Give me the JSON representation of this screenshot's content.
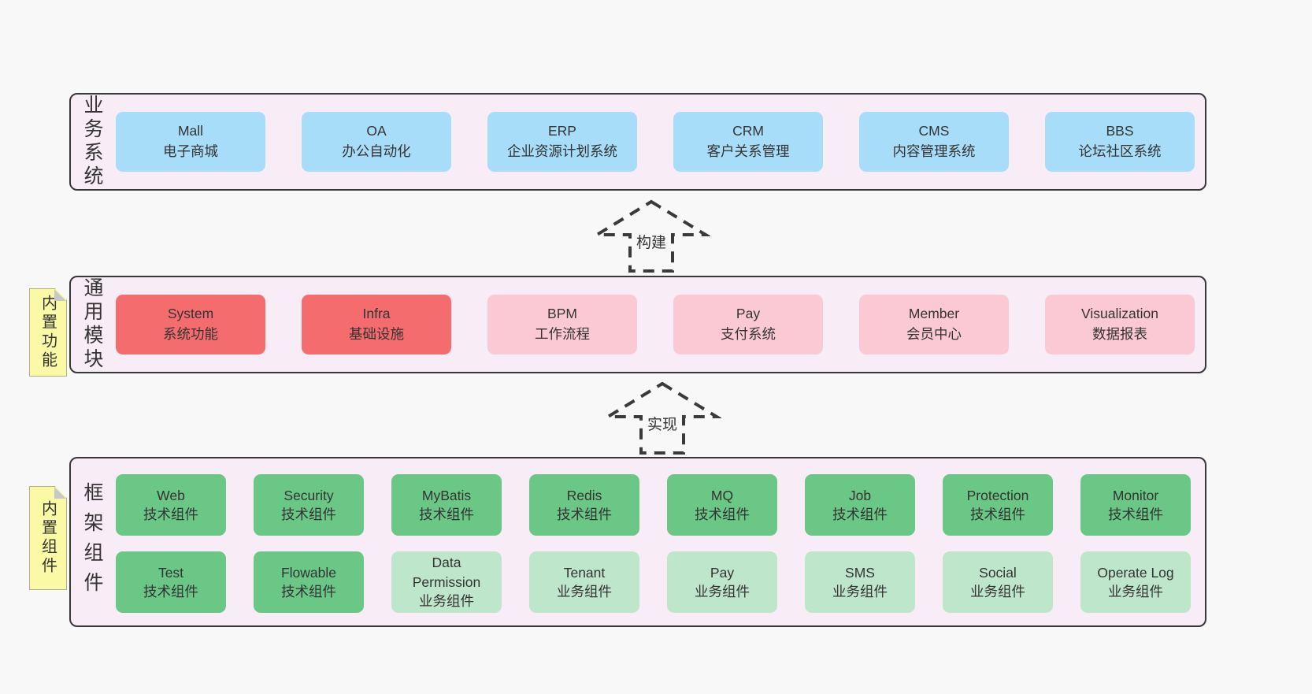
{
  "colors": {
    "page_bg": "#f8f8f8",
    "container_bg": "#f8edf6",
    "container_border": "#383838",
    "box_blue": "#a7ddf8",
    "box_red": "#f56c6e",
    "box_pink": "#fbc9d3",
    "box_green": "#6bc786",
    "box_light_green": "#bee6ca",
    "sticky_note_yellow": "#fafaa6",
    "note_fold_gray": "#c8c8c8",
    "text": "#333333"
  },
  "arrows": {
    "build": "构建",
    "implement": "实现"
  },
  "sections": {
    "business": {
      "side_label": "业务系统",
      "items": [
        {
          "title": "Mall",
          "subtitle": "电子商城"
        },
        {
          "title": "OA",
          "subtitle": "办公自动化"
        },
        {
          "title": "ERP",
          "subtitle": "企业资源计划系统"
        },
        {
          "title": "CRM",
          "subtitle": "客户关系管理"
        },
        {
          "title": "CMS",
          "subtitle": "内容管理系统"
        },
        {
          "title": "BBS",
          "subtitle": "论坛社区系统"
        }
      ]
    },
    "modules": {
      "side_label": "通用模块",
      "sticky_note": "内置功能",
      "items": [
        {
          "title": "System",
          "subtitle": "系统功能"
        },
        {
          "title": "Infra",
          "subtitle": "基础设施"
        },
        {
          "title": "BPM",
          "subtitle": "工作流程"
        },
        {
          "title": "Pay",
          "subtitle": "支付系统"
        },
        {
          "title": "Member",
          "subtitle": "会员中心"
        },
        {
          "title": "Visualization",
          "subtitle": "数据报表"
        }
      ]
    },
    "components": {
      "side_label": "框架组件",
      "sticky_note": "内置组件",
      "row1": [
        {
          "title": "Web",
          "subtitle": "技术组件"
        },
        {
          "title": "Security",
          "subtitle": "技术组件"
        },
        {
          "title": "MyBatis",
          "subtitle": "技术组件"
        },
        {
          "title": "Redis",
          "subtitle": "技术组件"
        },
        {
          "title": "MQ",
          "subtitle": "技术组件"
        },
        {
          "title": "Job",
          "subtitle": "技术组件"
        },
        {
          "title": "Protection",
          "subtitle": "技术组件"
        },
        {
          "title": "Monitor",
          "subtitle": "技术组件"
        }
      ],
      "row2": [
        {
          "title": "Test",
          "subtitle": "技术组件"
        },
        {
          "title": "Flowable",
          "subtitle": "技术组件"
        },
        {
          "title": "Data Permission",
          "subtitle": "业务组件"
        },
        {
          "title": "Tenant",
          "subtitle": "业务组件"
        },
        {
          "title": "Pay",
          "subtitle": "业务组件"
        },
        {
          "title": "SMS",
          "subtitle": "业务组件"
        },
        {
          "title": "Social",
          "subtitle": "业务组件"
        },
        {
          "title": "Operate Log",
          "subtitle": "业务组件"
        }
      ]
    }
  }
}
